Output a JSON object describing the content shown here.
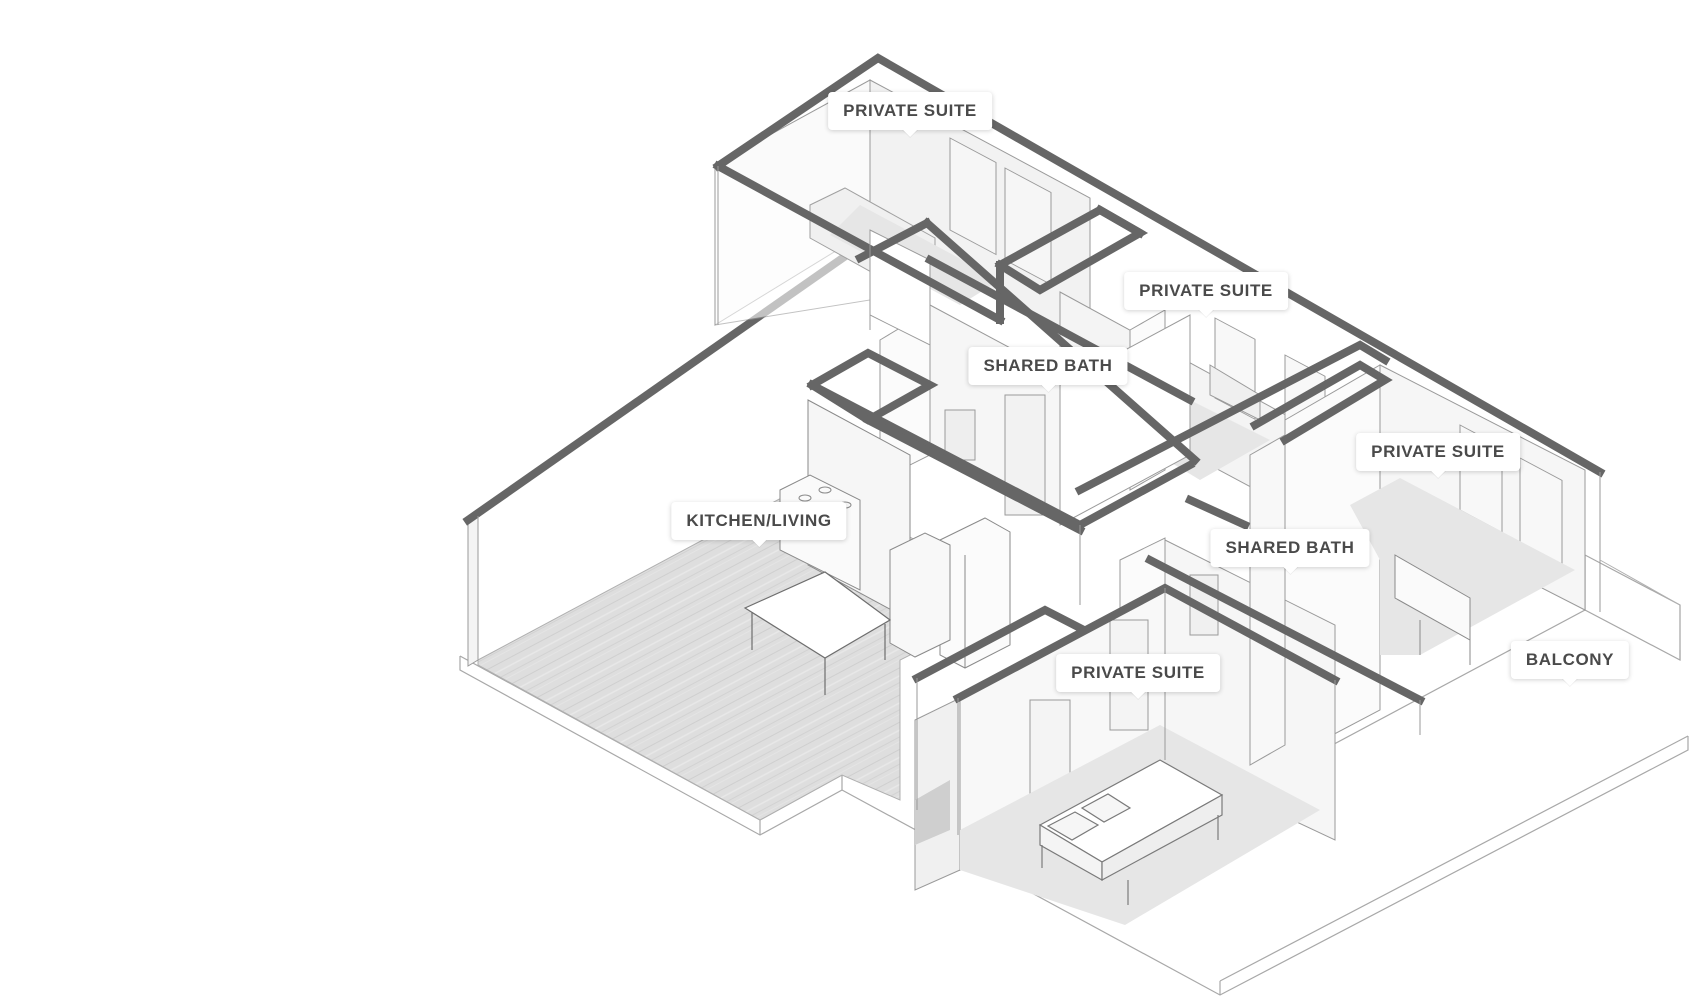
{
  "colors": {
    "wall_cut": "#666666",
    "floor_wood": "#dcdcdc",
    "floor_tile": "#e6e6e6",
    "line": "#9a9a9a",
    "background": "#ffffff"
  },
  "labels": {
    "suite_north": "PRIVATE SUITE",
    "suite_middle": "PRIVATE SUITE",
    "bath_upper": "SHARED BATH",
    "suite_east": "PRIVATE SUITE",
    "kitchen_living": "KITCHEN/LIVING",
    "bath_lower": "SHARED BATH",
    "suite_south": "PRIVATE SUITE",
    "balcony": "BALCONY"
  }
}
